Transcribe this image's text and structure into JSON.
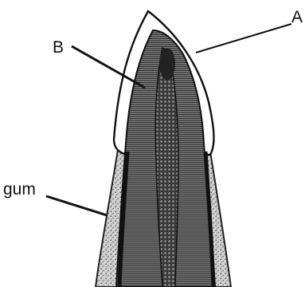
{
  "labels": {
    "A": "A",
    "B": "B",
    "gum": "gum"
  },
  "colors": {
    "ink": "#111111",
    "pulp_fill": "#5c5c5c",
    "gum_fill": "#bdbdbd",
    "enamel_fill": "#ffffff"
  },
  "parts": [
    "tooth-crown",
    "enamel",
    "dentine",
    "pulp-cavity",
    "gum",
    "root"
  ]
}
